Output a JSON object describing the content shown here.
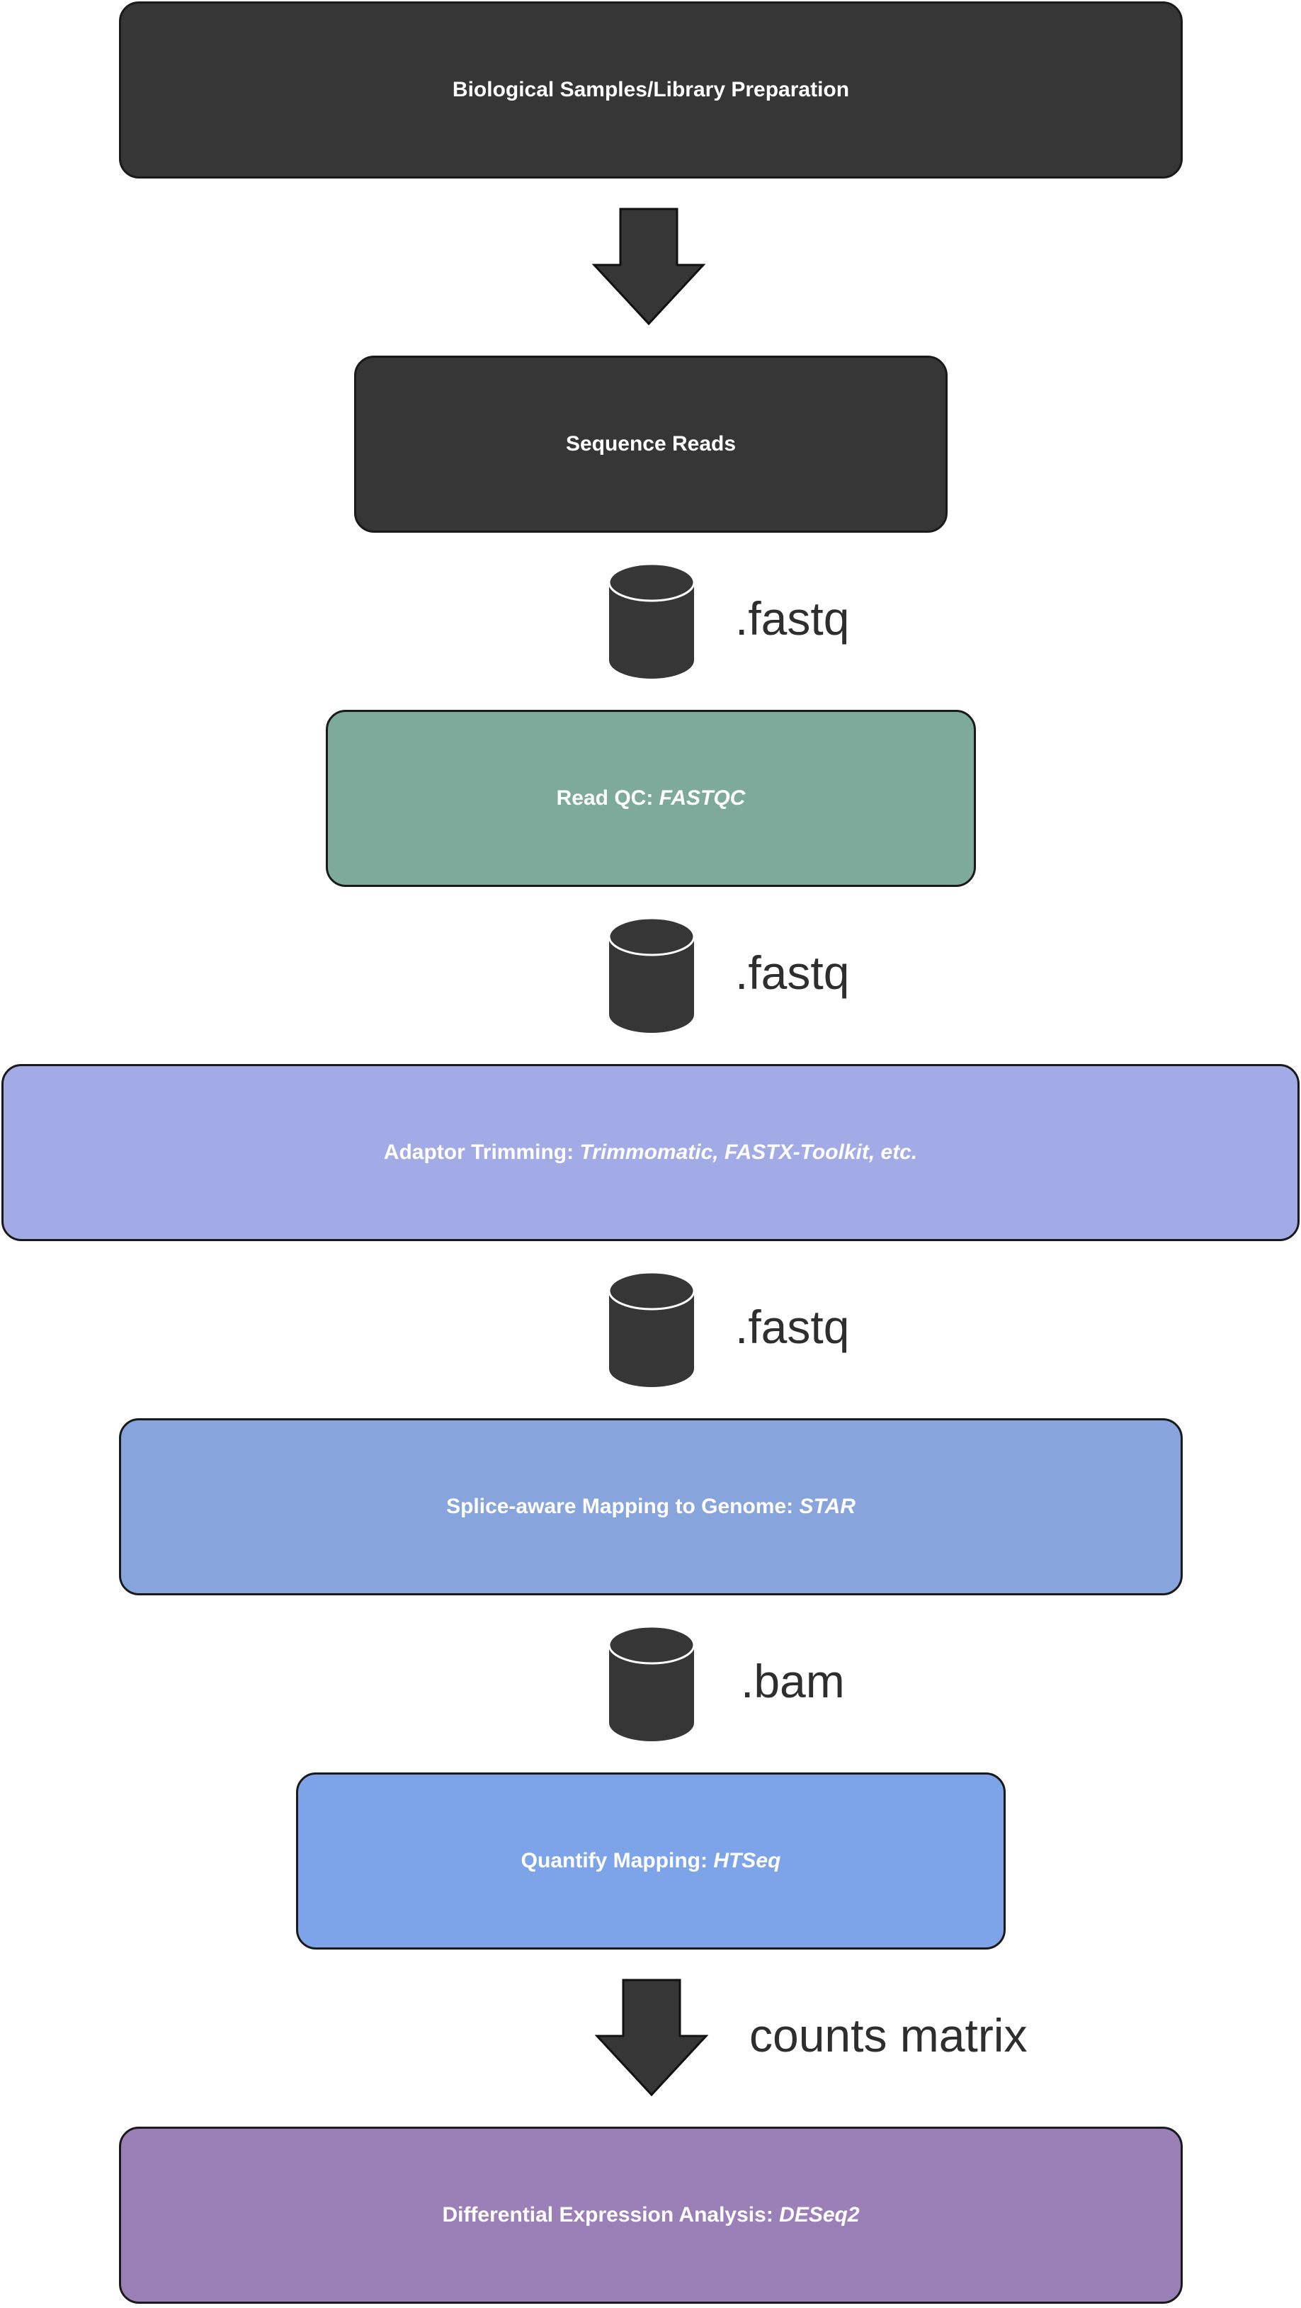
{
  "steps": {
    "samples": {
      "label": "Biological Samples/Library Preparation",
      "tool": ""
    },
    "reads": {
      "label": "Sequence Reads",
      "tool": ""
    },
    "qc": {
      "label": "Read QC: ",
      "tool": "FASTQC"
    },
    "trim": {
      "label": "Adaptor Trimming: ",
      "tool": "Trimmomatic, FASTX-Toolkit, etc."
    },
    "map": {
      "label": "Splice-aware Mapping to Genome: ",
      "tool": "STAR"
    },
    "quant": {
      "label": "Quantify Mapping: ",
      "tool": "HTSeq"
    },
    "de": {
      "label": "Differential Expression Analysis: ",
      "tool": "DESeq2"
    }
  },
  "connectors": {
    "c1": {
      "icon": "down-arrow-icon",
      "label": ""
    },
    "c2": {
      "icon": "database-icon",
      "label": ".fastq"
    },
    "c3": {
      "icon": "database-icon",
      "label": ".fastq"
    },
    "c4": {
      "icon": "database-icon",
      "label": ".fastq"
    },
    "c5": {
      "icon": "database-icon",
      "label": ".bam"
    },
    "c6": {
      "icon": "down-arrow-icon",
      "label": "counts matrix"
    }
  },
  "colors": {
    "samples": "#363636",
    "reads": "#363636",
    "qc": "#7eaa9b",
    "trim": "#a3abe6",
    "map": "#88a4dc",
    "quant": "#7da4e8",
    "de": "#9a80b6",
    "icon": "#363636"
  }
}
